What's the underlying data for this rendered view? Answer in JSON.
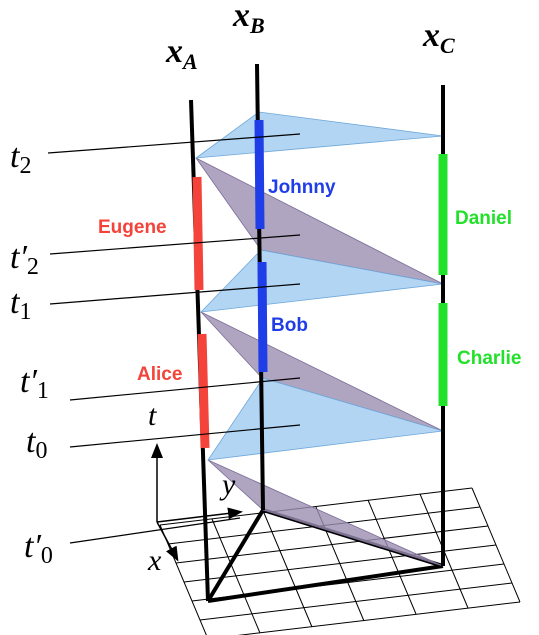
{
  "axes": {
    "xA": {
      "main": "x",
      "sub": "A"
    },
    "xB": {
      "main": "x",
      "sub": "B"
    },
    "xC": {
      "main": "x",
      "sub": "C"
    }
  },
  "time_labels": {
    "t2": {
      "main": "t",
      "sub": "2"
    },
    "t2p": {
      "main": "t′",
      "sub": "2"
    },
    "t1": {
      "main": "t",
      "sub": "1"
    },
    "t1p": {
      "main": "t′",
      "sub": "1"
    },
    "t0": {
      "main": "t",
      "sub": "0"
    },
    "t0p": {
      "main": "t′",
      "sub": "0"
    }
  },
  "coord_axes": {
    "t": "t",
    "x": "x",
    "y": "y"
  },
  "observers": {
    "eugene": "Eugene",
    "alice": "Alice",
    "johnny": "Johnny",
    "bob": "Bob",
    "daniel": "Daniel",
    "charlie": "Charlie"
  },
  "colors": {
    "red": "#f4433a",
    "blue": "#1f3ee8",
    "green": "#22e12a",
    "light_blue": "#9ecbf0",
    "purple": "#9c8fb2"
  }
}
